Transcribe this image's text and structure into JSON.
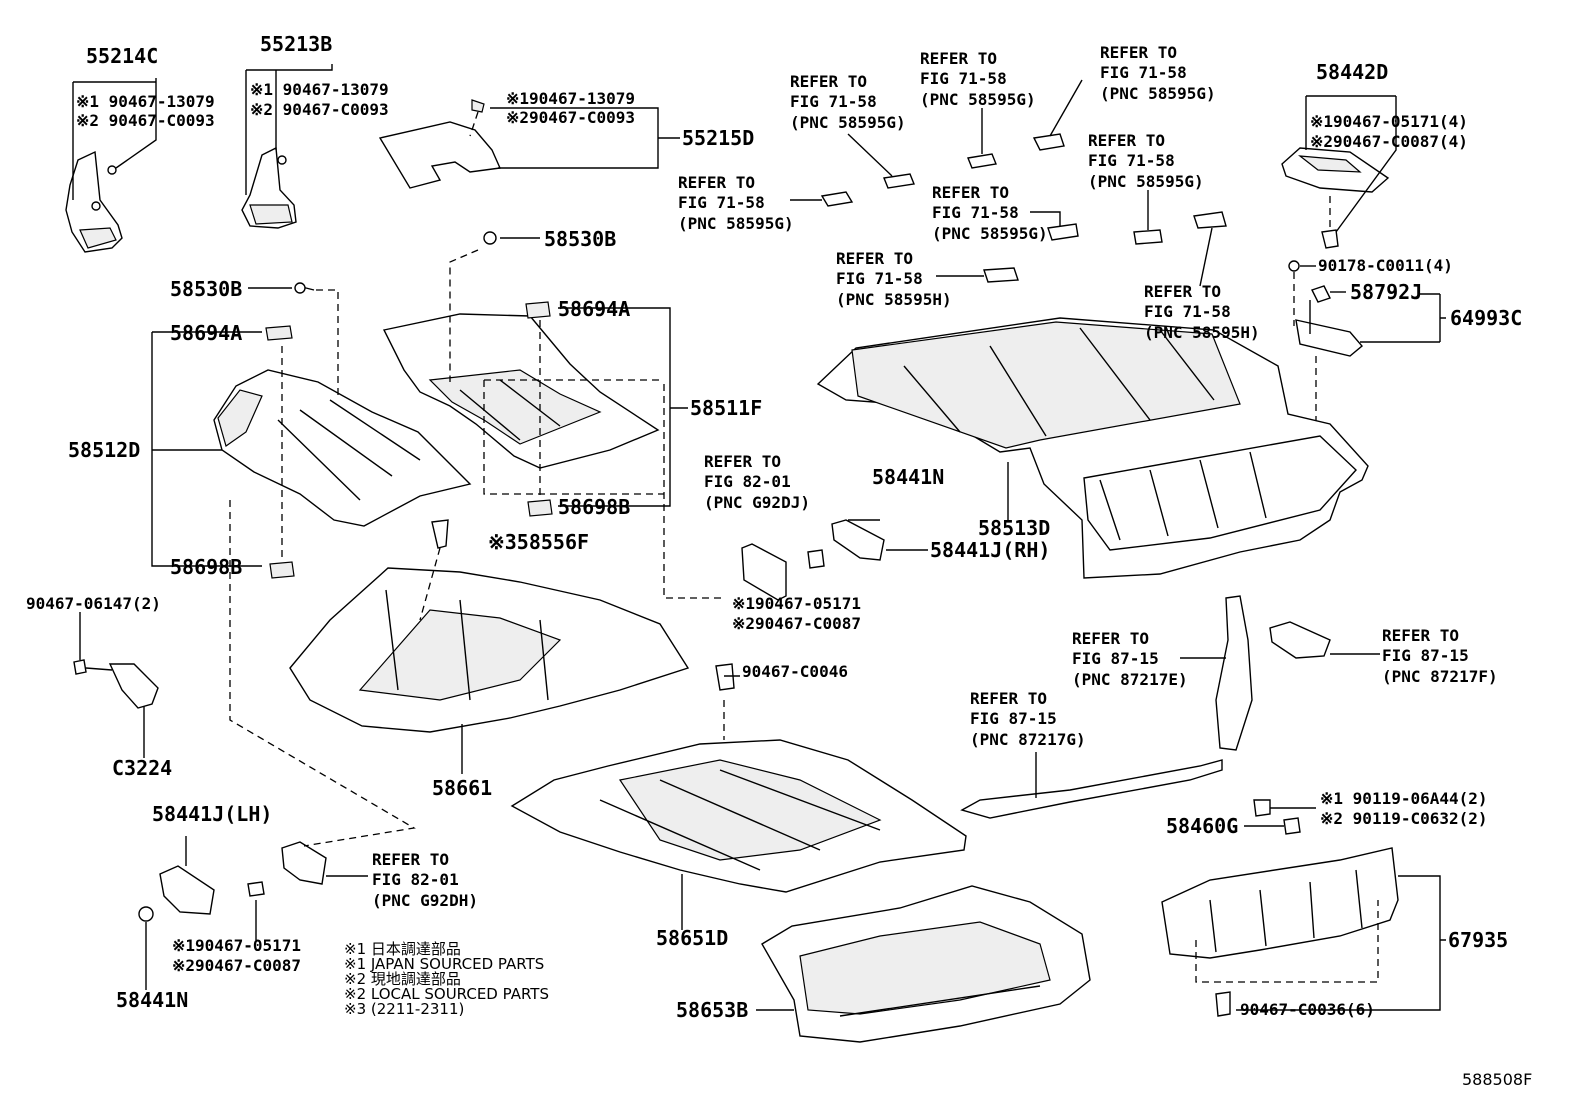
{
  "labels": {
    "p55214c": "55214C",
    "p55214c_n1": "※1 90467-13079",
    "p55214c_n2": "※2 90467-C0093",
    "p55213b": "55213B",
    "p55213b_n1": "※1 90467-13079",
    "p55213b_n2": "※2 90467-C0093",
    "p55215d_n1": "※190467-13079",
    "p55215d_n2": "※290467-C0093",
    "p55215d": "55215D",
    "p58530b_top": "58530B",
    "p58530b_left": "58530B",
    "p58694a_left": "58694A",
    "p58694a_mid": "58694A",
    "p58511f": "58511F",
    "p58512d": "58512D",
    "p58698b_mid": "58698B",
    "p58698b_left": "58698B",
    "p58556f": "※358556F",
    "p90467_06147": "90467-06147(2)",
    "pc3224": "C3224",
    "p58661": "58661",
    "p58441j_lh": "58441J(LH)",
    "p58441n_bot": "58441N",
    "p58441n_mid": "58441N",
    "p58441j_rh": "58441J(RH)",
    "p90467_c0046": "90467-C0046",
    "p58651d": "58651D",
    "p58653b": "58653B",
    "p58513d": "58513D",
    "p58442d": "58442D",
    "p58442d_n1": "※190467-05171(4)",
    "p58442d_n2": "※290467-C0087(4)",
    "p90178": "90178-C0011(4)",
    "p58792j": "58792J",
    "p64993c": "64993C",
    "p58460g": "58460G",
    "p58460g_n1": "※1 90119-06A44(2)",
    "p58460g_n2": "※2 90119-C0632(2)",
    "p67935": "67935",
    "p90467_c0036": "90467-C0036(6)",
    "grille_rh_n1": "※190467-05171",
    "grille_rh_n2": "※290467-C0087",
    "grille_lh_n1": "※190467-05171",
    "grille_lh_n2": "※290467-C0087",
    "fig_code": "588508F"
  },
  "refs": {
    "r1": [
      "REFER TO",
      "FIG 71-58",
      "(PNC 58595G)"
    ],
    "r2": [
      "REFER TO",
      "FIG 71-58",
      "(PNC 58595G)"
    ],
    "r3": [
      "REFER TO",
      "FIG 71-58",
      "(PNC 58595G)"
    ],
    "r4": [
      "REFER TO",
      "FIG 71-58",
      "(PNC 58595G)"
    ],
    "r5": [
      "REFER TO",
      "FIG 71-58",
      "(PNC 58595G)"
    ],
    "r6": [
      "REFER TO",
      "FIG 71-58",
      "(PNC 58595G)"
    ],
    "r7": [
      "REFER TO",
      "FIG 71-58",
      "(PNC 58595H)"
    ],
    "r8": [
      "REFER TO",
      "FIG 71-58",
      "(PNC 58595H)"
    ],
    "r9": [
      "REFER TO",
      "FIG 82-01",
      "(PNC G92DJ)"
    ],
    "r10": [
      "REFER TO",
      "FIG 82-01",
      "(PNC G92DH)"
    ],
    "r11": [
      "REFER TO",
      "FIG 87-15",
      "(PNC 87217E)"
    ],
    "r12": [
      "REFER TO",
      "FIG 87-15",
      "(PNC 87217F)"
    ],
    "r13": [
      "REFER TO",
      "FIG 87-15",
      "(PNC 87217G)"
    ]
  },
  "notes": [
    "※1 日本調達部品",
    "※1 JAPAN SOURCED PARTS",
    "※2 現地調達部品",
    "※2 LOCAL SOURCED PARTS",
    "※3 (2211-2311)"
  ]
}
